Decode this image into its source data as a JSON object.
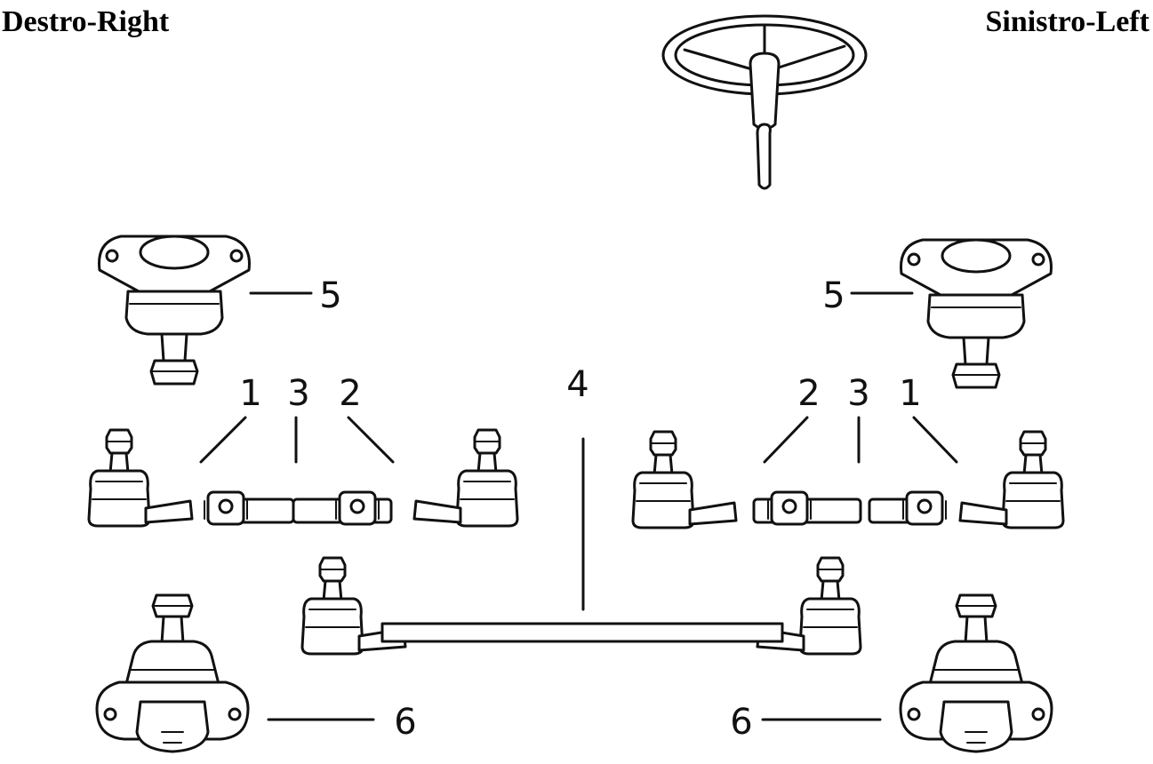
{
  "header": {
    "right_label": "Destro-Right",
    "left_label": "Sinistro-Left"
  },
  "callouts": {
    "r5": "5",
    "l5": "5",
    "r1": "1",
    "r3": "3",
    "r2": "2",
    "c4": "4",
    "l2": "2",
    "l3": "3",
    "l1": "1",
    "r6": "6",
    "l6": "6"
  }
}
